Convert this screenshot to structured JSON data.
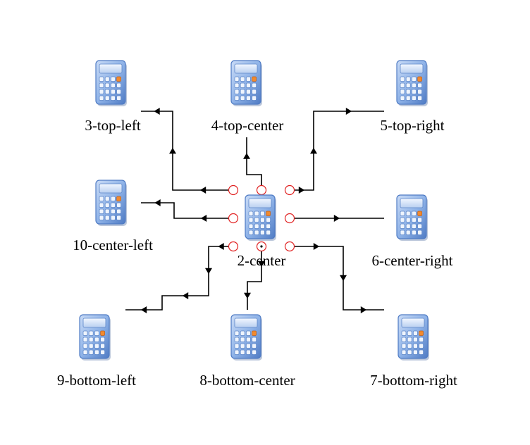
{
  "diagram": {
    "nodes": [
      {
        "id": "n2",
        "label": "2-center",
        "icon": "calculator-icon"
      },
      {
        "id": "n3",
        "label": "3-top-left",
        "icon": "calculator-icon"
      },
      {
        "id": "n4",
        "label": "4-top-center",
        "icon": "calculator-icon"
      },
      {
        "id": "n5",
        "label": "5-top-right",
        "icon": "calculator-icon"
      },
      {
        "id": "n6",
        "label": "6-center-right",
        "icon": "calculator-icon"
      },
      {
        "id": "n7",
        "label": "7-bottom-right",
        "icon": "calculator-icon"
      },
      {
        "id": "n8",
        "label": "8-bottom-center",
        "icon": "calculator-icon"
      },
      {
        "id": "n9",
        "label": "9-bottom-left",
        "icon": "calculator-icon"
      },
      {
        "id": "n10",
        "label": "10-center-left",
        "icon": "calculator-icon"
      }
    ],
    "edges": [
      {
        "from": "n2",
        "to": "n3"
      },
      {
        "from": "n2",
        "to": "n4"
      },
      {
        "from": "n2",
        "to": "n5"
      },
      {
        "from": "n2",
        "to": "n6"
      },
      {
        "from": "n2",
        "to": "n7"
      },
      {
        "from": "n2",
        "to": "n8"
      },
      {
        "from": "n2",
        "to": "n9"
      },
      {
        "from": "n2",
        "to": "n10"
      }
    ],
    "colors": {
      "edge": "#000000",
      "port": "#e02020",
      "icon_body": "#8fb3e8",
      "icon_dark": "#4f7bc4",
      "icon_screen": "#dfeaf9",
      "icon_accent": "#f28a2e"
    }
  }
}
